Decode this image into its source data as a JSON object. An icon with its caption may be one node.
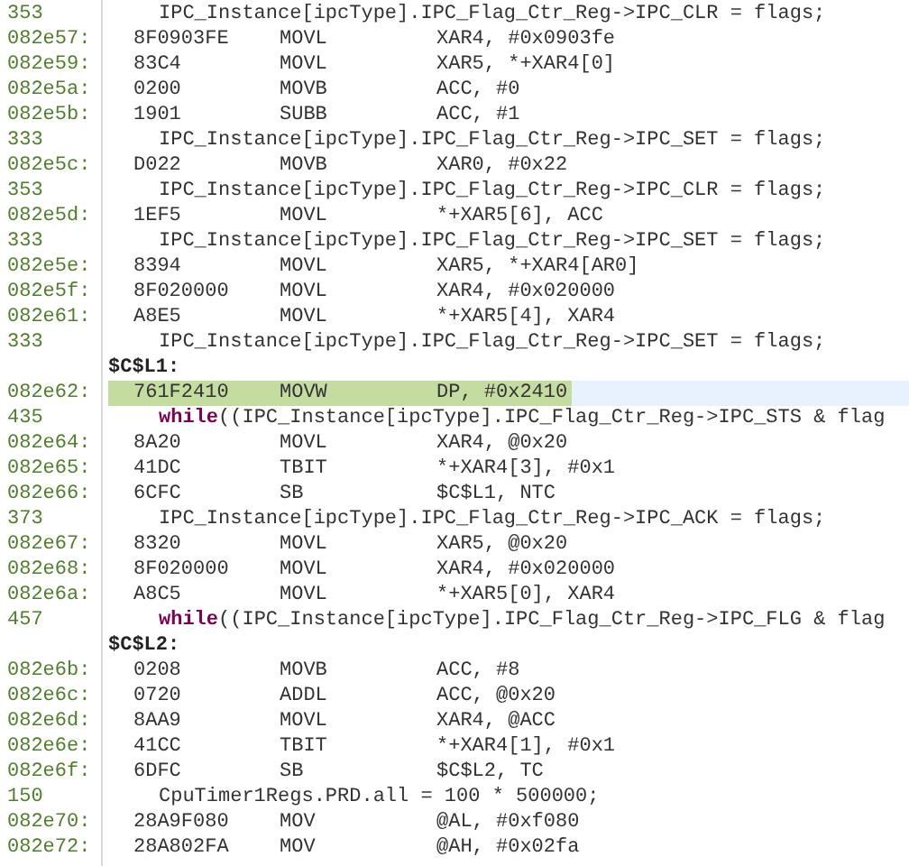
{
  "diagram": {
    "labels": [
      "353",
      "IPC_Instance[ipcType].IPC_Flag_Ctr_Reg->IPC_CLR = flags;",
      "082e57:",
      "8F0903FE",
      "MOVL",
      "XAR4, #0x0903fe",
      "082e59:",
      "83C4",
      "MOVL",
      "XAR5, *+XAR4[0]",
      "082e5a:",
      "0200",
      "MOVB",
      "ACC, #0",
      "082e5b:",
      "1901",
      "SUBB",
      "ACC, #1",
      "333",
      "IPC_Instance[ipcType].IPC_Flag_Ctr_Reg->IPC_SET = flags;",
      "082e5c:",
      "D022",
      "MOVB",
      "XAR0, #0x22",
      "353",
      "IPC_Instance[ipcType].IPC_Flag_Ctr_Reg->IPC_CLR = flags;",
      "082e5d:",
      "1EF5",
      "MOVL",
      "*+XAR5[6], ACC",
      "333",
      "IPC_Instance[ipcType].IPC_Flag_Ctr_Reg->IPC_SET = flags;",
      "082e5e:",
      "8394",
      "MOVL",
      "XAR5, *+XAR4[AR0]",
      "082e5f:",
      "8F020000",
      "MOVL",
      "XAR4, #0x020000",
      "082e61:",
      "A8E5",
      "MOVL",
      "*+XAR5[4], XAR4",
      "333",
      "IPC_Instance[ipcType].IPC_Flag_Ctr_Reg->IPC_SET = flags;",
      "$C$L1:",
      "082e62:",
      "761F2410",
      "MOVW",
      "DP, #0x2410",
      "435",
      "**while**((IPC_Instance[ipcType].IPC_Flag_Ctr_Reg->IPC_STS & flag",
      "082e64:",
      "8A20",
      "MOVL",
      "XAR4, @0x20",
      "082e65:",
      "41DC",
      "TBIT",
      "*+XAR4[3], #0x1",
      "082e66:",
      "6CFC",
      "SB",
      "$C$L1, NTC",
      "373",
      "IPC_Instance[ipcType].IPC_Flag_Ctr_Reg->IPC_ACK = flags;",
      "082e67:",
      "8320",
      "MOVL",
      "XAR5, @0x20",
      "082e68:",
      "8F020000",
      "MOVL",
      "XAR4, #0x020000",
      "082e6a:",
      "A8C5",
      "MOVL",
      "*+XAR5[0], XAR4",
      "457",
      "**while**((IPC_Instance[ipcType].IPC_Flag_Ctr_Reg->IPC_FLG & flag",
      "$C$L2:",
      "082e6b:",
      "0208",
      "MOVB",
      "ACC, #8",
      "082e6c:",
      "0720",
      "ADDL",
      "ACC, @0x20",
      "082e6d:",
      "8AA9",
      "MOVL",
      "XAR4, @ACC",
      "082e6e:",
      "41CC",
      "TBIT",
      "*+XAR4[1], #0x1",
      "082e6f:",
      "6DFC",
      "SB",
      "$C$L2, TC",
      "150",
      "CpuTimer1Regs.PRD.all = 100 * 500000;",
      "082e70:",
      "28A9F080",
      "MOV",
      "@AL, #0xf080",
      "082e72:",
      "28A802FA",
      "MOV",
      "@AH, #0x02fa"
    ]
  }
}
